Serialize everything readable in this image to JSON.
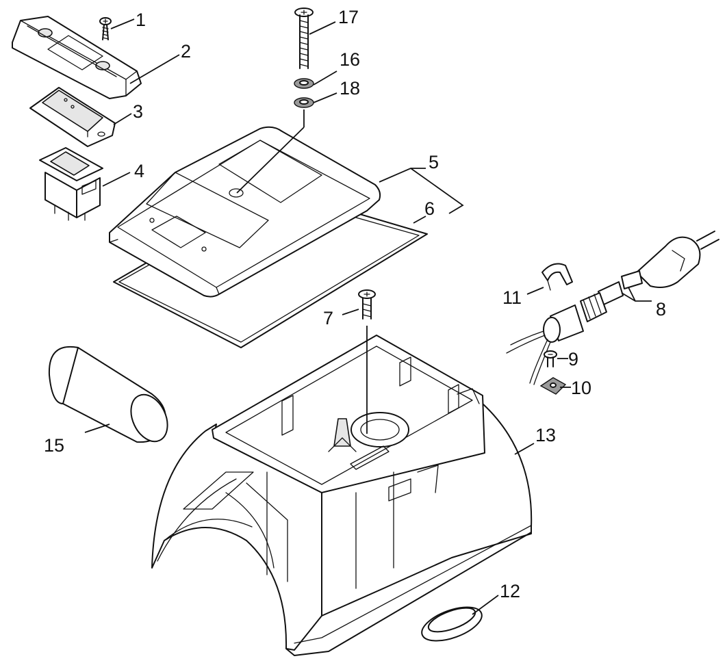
{
  "callouts": {
    "c1": "1",
    "c2": "2",
    "c3": "3",
    "c4": "4",
    "c5": "5",
    "c6": "6",
    "c7": "7",
    "c8": "8",
    "c9": "9",
    "c10": "10",
    "c11": "11",
    "c12": "12",
    "c13": "13",
    "c15": "15",
    "c16": "16",
    "c17": "17",
    "c18": "18"
  }
}
